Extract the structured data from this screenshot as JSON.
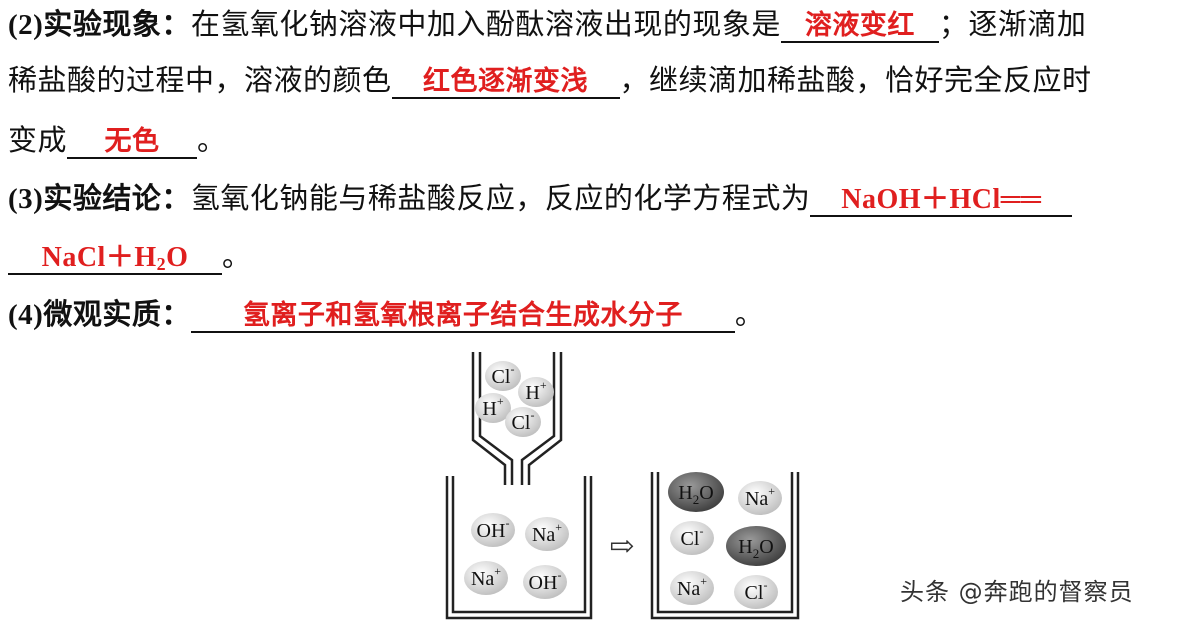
{
  "s2": {
    "label": "(2)实验现象：",
    "text1": "在氢氧化钠溶液中加入酚酞溶液出现的现象是",
    "ans1": "溶液变红",
    "text2": "；逐渐滴加",
    "text3": "稀盐酸的过程中，溶液的颜色",
    "ans2": "红色逐渐变浅",
    "text4": "，继续滴加稀盐酸，恰好完全反应时",
    "text5": "变成",
    "ans3": "无色",
    "end": "。"
  },
  "s3": {
    "label": "(3)实验结论：",
    "text1": "氢氧化钠能与稀盐酸反应，反应的化学方程式为",
    "eq_left": "NaOH＋HCl══",
    "eq_right_pre": "NaCl＋H",
    "eq_right_sub": "2",
    "eq_right_post": "O",
    "end": "。"
  },
  "s4": {
    "label": "(4)微观实质：",
    "ans": "氢离子和氢氧根离子结合生成水分子",
    "end": "。"
  },
  "diagram": {
    "funnel_ions": [
      "Cl",
      "H",
      "H",
      "Cl"
    ],
    "funnel_charges": [
      "-",
      "+",
      "+",
      "-"
    ],
    "beaker1_ions": [
      "OH",
      "Na",
      "Na",
      "OH"
    ],
    "beaker1_charges": [
      "-",
      "+",
      "+",
      "-"
    ],
    "beaker2_ions": [
      "H",
      "Na",
      "Cl",
      "H",
      "Na",
      "Cl"
    ],
    "beaker2_charges": [
      "",
      "+",
      "-",
      "",
      "+",
      "-"
    ],
    "water_sub": "2",
    "water_o": "O",
    "arrow": "⇨"
  },
  "watermark": "头条 @奔跑的督察员",
  "colors": {
    "answer": "#e01f1f",
    "dark_molecule": "#5a5a5a",
    "light_ion": "#d9d9d9"
  }
}
